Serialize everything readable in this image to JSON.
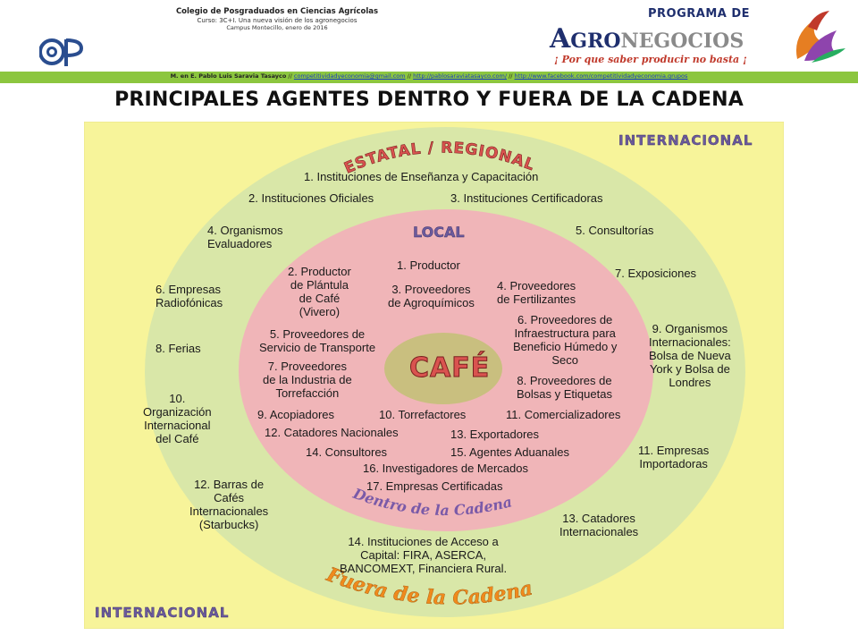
{
  "header": {
    "college": "Colegio de Posgraduados en Ciencias Agrícolas",
    "course": "Curso: 3C+I. Una nueva visión de los agronegocios",
    "campus": "Campus Montecillo, enero de 2016",
    "logo_left": "CP",
    "logo_right": {
      "program": "PROGRAMA DE",
      "word_a": "A",
      "word_gro": "GRO",
      "word_negocios": "NEGOCIOS",
      "tagline": "¡ Por que saber producir no basta ¡"
    }
  },
  "bar": {
    "author": "M. en E. Pablo Luis Saravia  Tasayco",
    "sep1": "  //  ",
    "email": "competitividadyeconomia@gmail.com",
    "sep2": "  //  ",
    "site": "http://pablosaraviatasayco.com/",
    "sep3": "  //  ",
    "facebook": "http://www.facebook.com/competitividadyeconomia.grupos"
  },
  "title": "PRINCIPALES AGENTES DENTRO Y FUERA DE LA CADENA",
  "diagram": {
    "colors": {
      "background": "#f7f49a",
      "outer_ring": "#d9e7a8",
      "inner_ring": "#f0b5b8",
      "core": "#c9bf7f"
    },
    "headers": {
      "estatal": "ESTATAL / REGIONAL",
      "internacional_top": "INTERNACIONAL",
      "internacional_bottom": "INTERNACIONAL",
      "local": "LOCAL",
      "dentro": "Dentro de la Cadena",
      "fuera": "Fuera de la Cadena",
      "core": "CAFÉ"
    },
    "estatal": {
      "e1": "1. Instituciones de Enseñanza y Capacitación",
      "e2": "2. Instituciones Oficiales",
      "e3": "3. Instituciones Certificadoras",
      "e4": "4. Organismos\nEvaluadores",
      "e5": "5. Consultorías",
      "e6": "6. Empresas\nRadiofónicas",
      "e7": "7. Exposiciones",
      "e8": "8. Ferias",
      "e9": "9. Organismos\nInternacionales:\nBolsa de Nueva\nYork y Bolsa de\nLondres",
      "e10": "10.\nOrganización\nInternacional\ndel Café",
      "e11": "11. Empresas\nImportadoras",
      "e12": "12. Barras de\nCafés\nInternacionales\n(Starbucks)",
      "e13": "13. Catadores\nInternacionales",
      "e14": "14. Instituciones de Acceso a\nCapital: FIRA, ASERCA,\nBANCOMEXT, Financiera Rural."
    },
    "local": {
      "l1": "1. Productor",
      "l2": "2. Productor\nde Plántula\nde Café\n(Vivero)",
      "l3": "3. Proveedores\nde Agroquímicos",
      "l4": "4. Proveedores\nde Fertilizantes",
      "l5": "5. Proveedores de\nServicio de Transporte",
      "l6": "6. Proveedores de\nInfraestructura para\nBeneficio Húmedo y\nSeco",
      "l7": "7. Proveedores\nde la Industria de\nTorrefacción",
      "l8": "8. Proveedores de\nBolsas y Etiquetas",
      "l9": "9. Acopiadores",
      "l10": "10. Torrefactores",
      "l11": "11. Comercializadores",
      "l12": "12. Catadores Nacionales",
      "l13": "13. Exportadores",
      "l14": "14. Consultores",
      "l15": "15. Agentes Aduanales",
      "l16": "16. Investigadores de Mercados",
      "l17": "17. Empresas  Certificadas"
    }
  }
}
